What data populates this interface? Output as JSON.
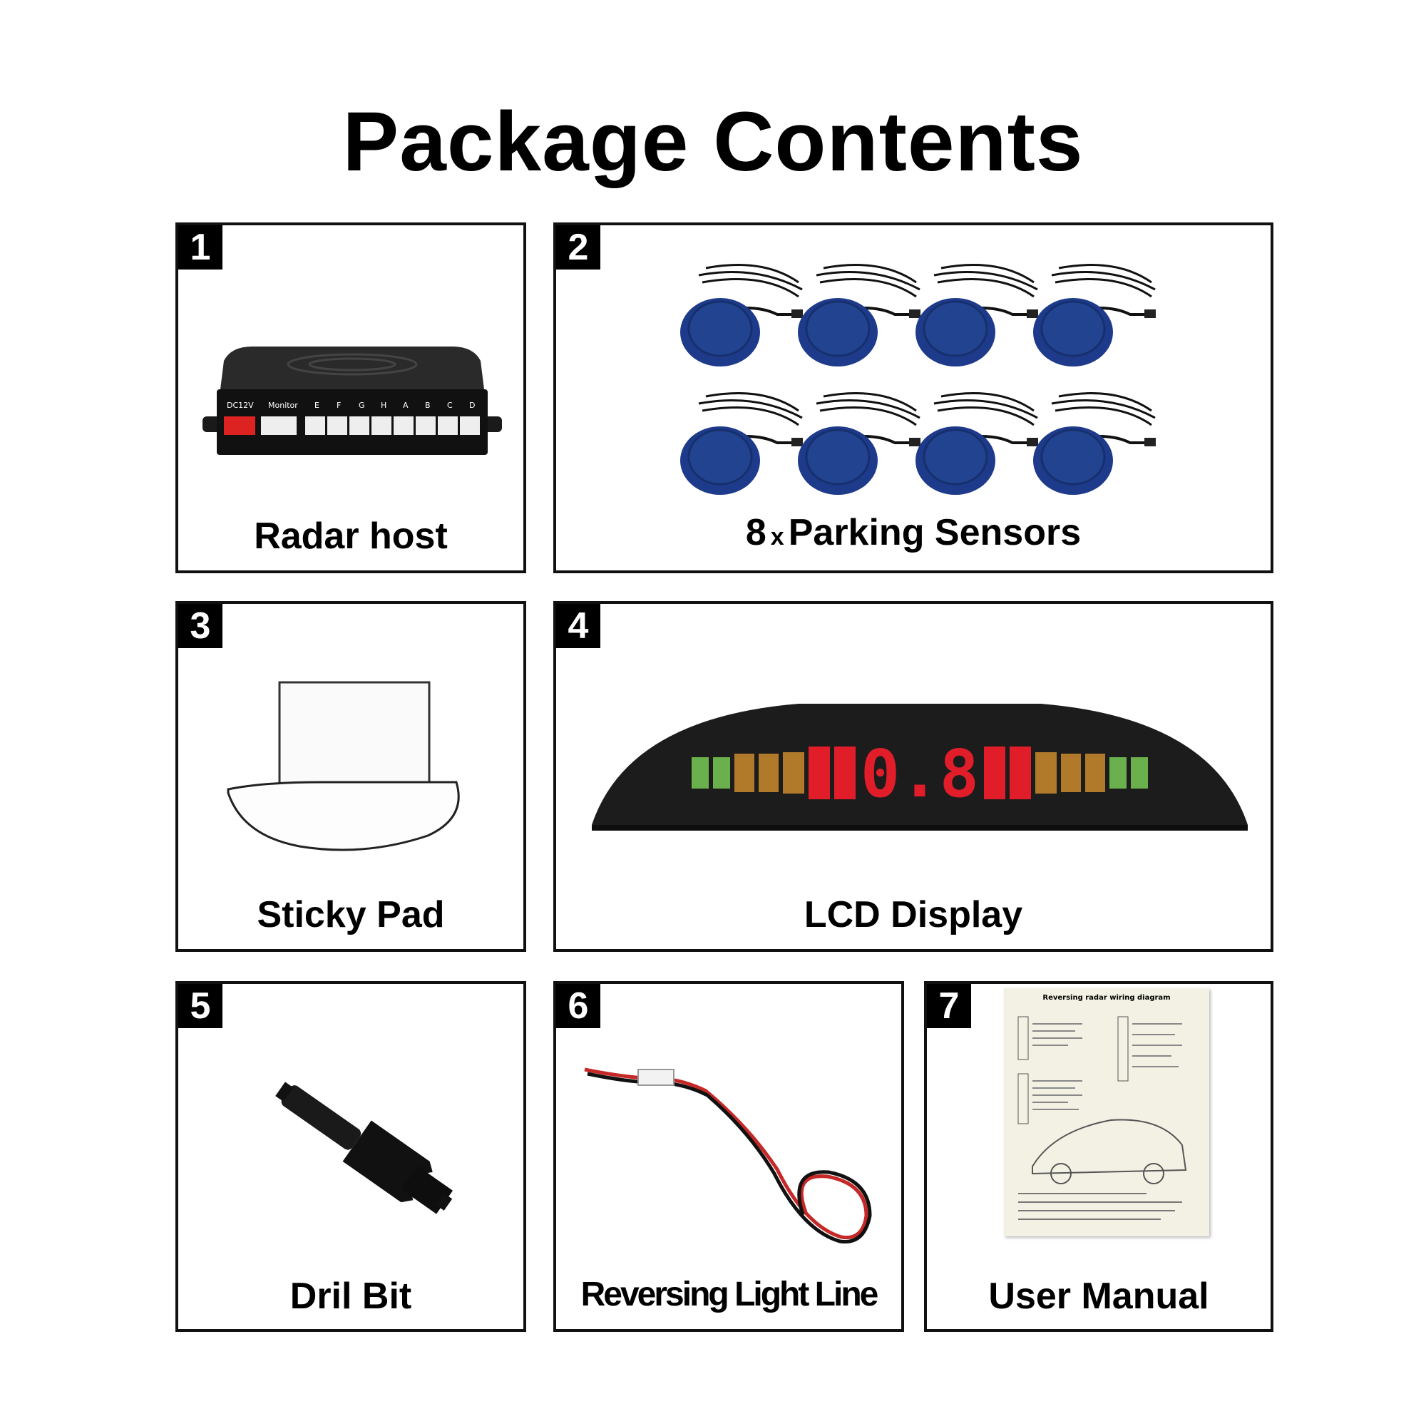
{
  "title": "Package Contents",
  "items": [
    {
      "num": "1",
      "label": "Radar host",
      "icon": "radar-host-box"
    },
    {
      "num": "2",
      "count": "8",
      "mult": "x",
      "label": "Parking Sensors",
      "icon": "parking-sensor"
    },
    {
      "num": "3",
      "label": "Sticky Pad",
      "icon": "sticky-pad"
    },
    {
      "num": "4",
      "label": "LCD Display",
      "icon": "lcd-display"
    },
    {
      "num": "5",
      "label": "Dril Bit",
      "icon": "drill-bit"
    },
    {
      "num": "6",
      "label": "Reversing Light Line",
      "icon": "cable"
    },
    {
      "num": "7",
      "label": "User Manual",
      "icon": "user-manual"
    }
  ],
  "radar_ports": [
    "DC12V",
    "Monitor",
    "E",
    "F",
    "G",
    "H",
    "A",
    "B",
    "C",
    "D"
  ],
  "display_reading": "0.8",
  "manual_heading": "Reversing radar wiring diagram",
  "colors": {
    "sensor_blue": "#1e3a8a",
    "display_red": "#e11d2a",
    "display_green": "#6ab04c",
    "display_amber": "#b07a2a"
  }
}
